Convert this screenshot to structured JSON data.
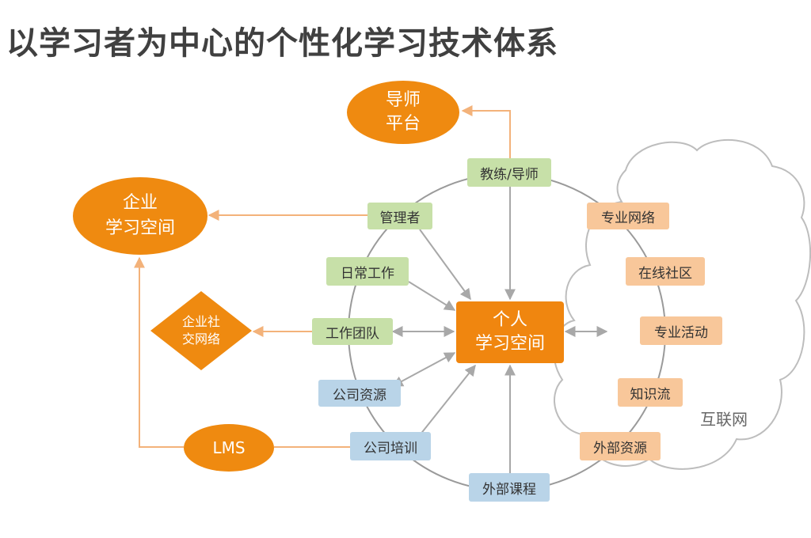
{
  "title": "以学习者为中心的个性化学习技术体系",
  "center": "个人\n学习空间",
  "ellipses": {
    "mentor": "导师\n平台",
    "enterprise": "企业\n学习空间",
    "lms": "LMS"
  },
  "diamond": "企业社\n交网络",
  "green_items": [
    "教练/导师",
    "管理者",
    "日常工作",
    "工作团队"
  ],
  "orange_items": [
    "专业网络",
    "在线社区",
    "专业活动",
    "知识流",
    "外部资源"
  ],
  "blue_items": [
    "公司资源",
    "公司培训",
    "外部课程"
  ],
  "cloud_label": "互联网",
  "colors": {
    "orange": "#ef8a10",
    "green": "#c7e0a8",
    "light_orange": "#f8c79a",
    "blue": "#b9d4e8",
    "arrow_orange": "#f3b27a",
    "arrow_gray": "#a8a8a8"
  }
}
